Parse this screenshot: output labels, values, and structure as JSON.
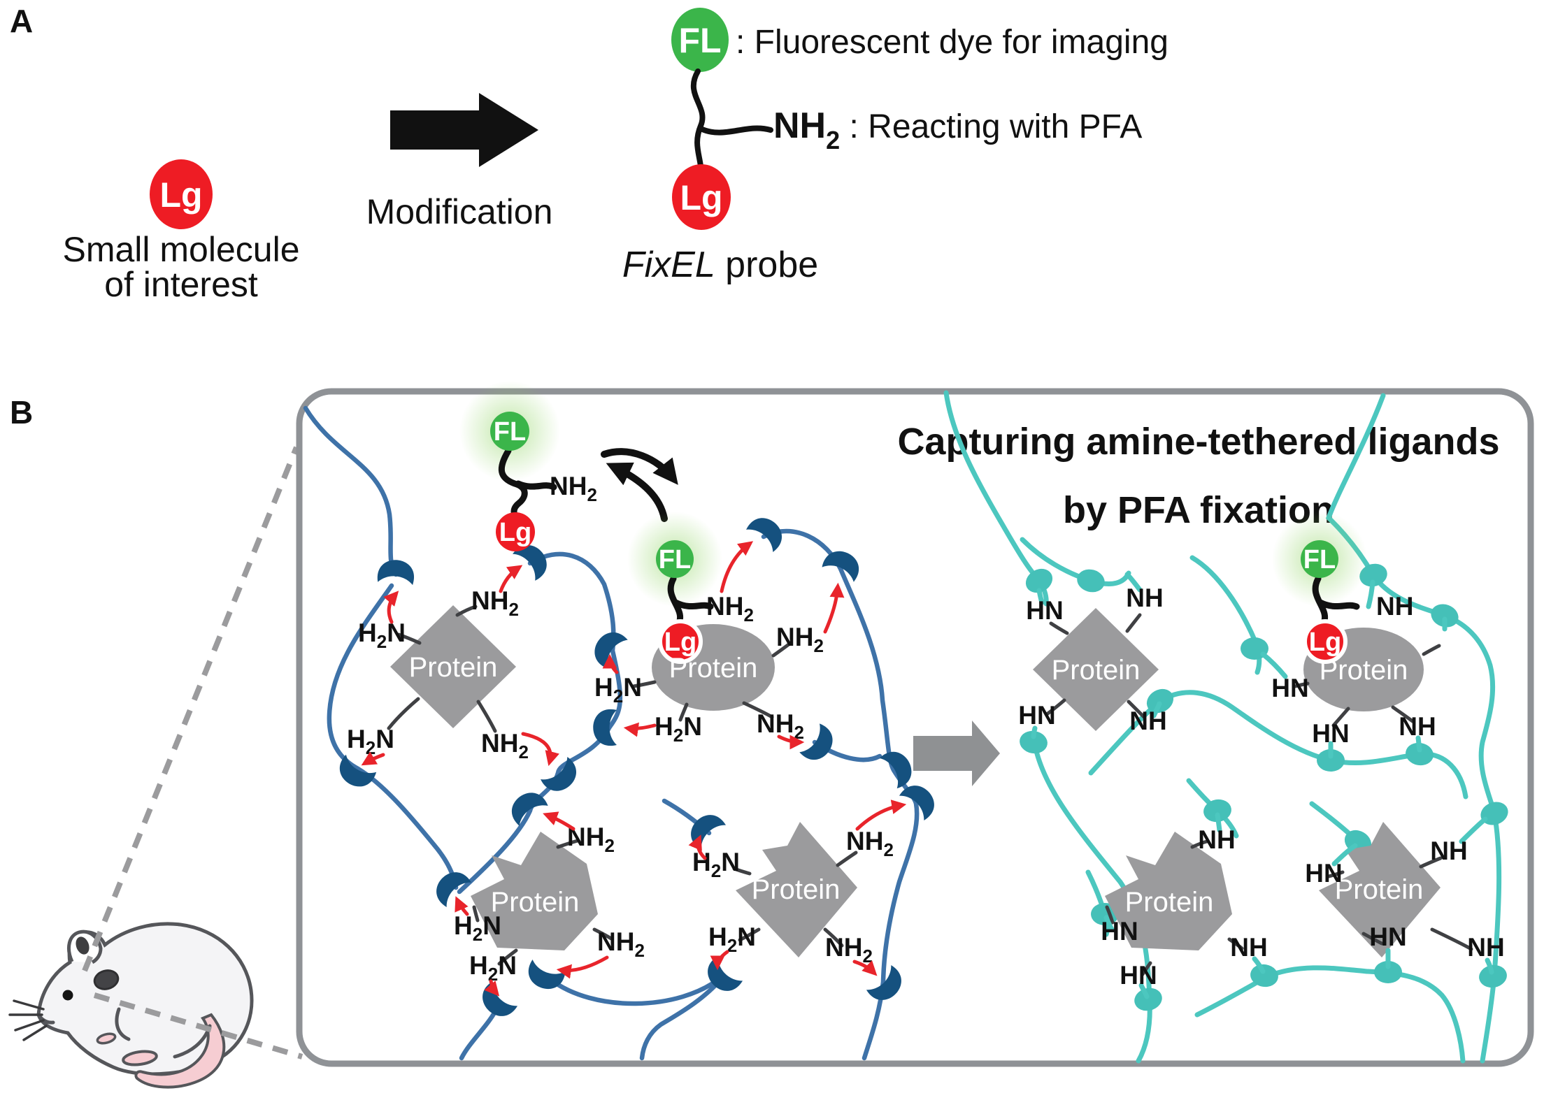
{
  "panel_a": {
    "label": "A",
    "lg_badge": "Lg",
    "caption_line1": "Small molecule",
    "caption_line2": "of interest",
    "arrow_label": "Modification",
    "fl_badge": "FL",
    "fl_legend": ": Fluorescent dye for imaging",
    "amine_pre": "NH",
    "amine_sub": "2",
    "amine_legend": " : Reacting with PFA",
    "probe_name_italic": "FixEL",
    "probe_name_rest": " probe"
  },
  "panel_b": {
    "label": "B",
    "title_line1": "Capturing amine-tethered ligands",
    "title_line2": "by PFA fixation",
    "protein_label": "Protein",
    "fl_badge": "FL",
    "lg_badge": "Lg",
    "h2n_pre": "H",
    "h2n_sub": "2",
    "h2n_post": "N",
    "nh2_pre": "NH",
    "nh2_sub": "2",
    "hn_label": "HN",
    "nh_label": "NH"
  },
  "colors": {
    "ligand_red": "#EE1C24",
    "fluorophore_green": "#3BB54A",
    "chain_blue": "#3E72A8",
    "pfa_crescent_navy": "#15517F",
    "crosslink_teal": "#4CC7BF",
    "protein_gray": "#9B9B9D",
    "reaction_arrow_red": "#E8242B",
    "frame_gray": "#8F9296"
  }
}
